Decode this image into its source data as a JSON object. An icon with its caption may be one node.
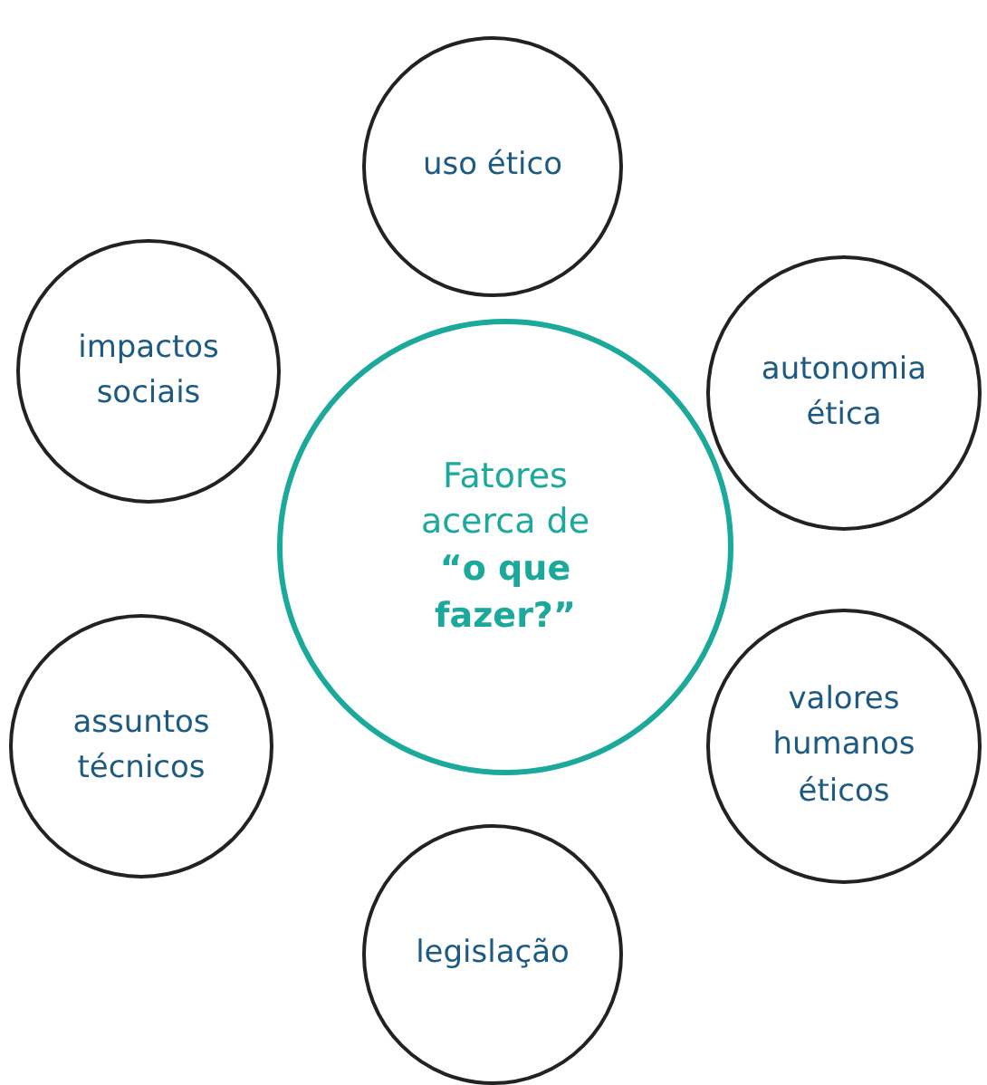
{
  "diagram": {
    "nodes": [
      {
        "text": [
          "uso ético"
        ]
      },
      {
        "text": [
          "impactos sociais"
        ]
      },
      {
        "text": [
          "autonomia ética"
        ]
      },
      {
        "text": [
          "Fatores acerca de **“o que fazer?”**"
        ]
      },
      {
        "text": [
          "assuntos técnicos"
        ]
      },
      {
        "text": [
          "valores humanos éticos"
        ]
      },
      {
        "text": [
          "legislação"
        ]
      }
    ]
  }
}
